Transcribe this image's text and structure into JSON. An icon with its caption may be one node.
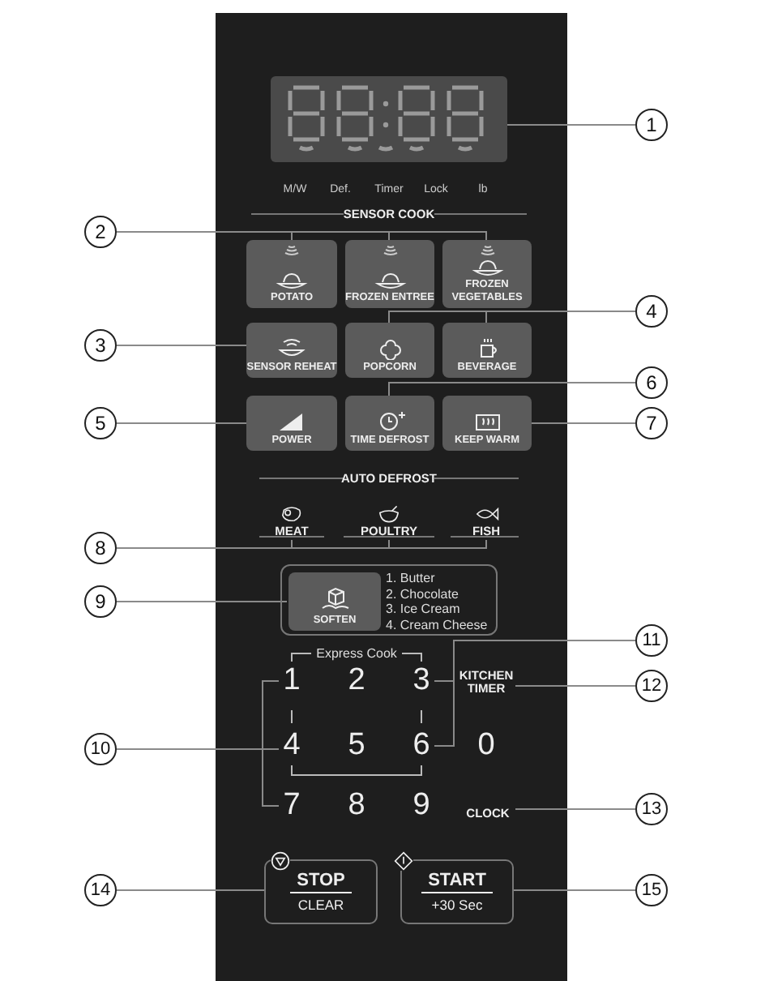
{
  "diagram": {
    "nodes": [
      {
        "text": [],
        "shape": "box"
      },
      {
        "text": [
          "1"
        ]
      },
      {
        "text": [
          "2"
        ]
      },
      {
        "text": [
          "POTATO"
        ]
      },
      {
        "text": [
          "FROZEN ENTREE"
        ]
      },
      {
        "text": [
          "FROZEN VEGETABLES"
        ]
      },
      {
        "text": [
          "3"
        ]
      },
      {
        "text": [
          "SENSOR REHEAT"
        ]
      },
      {
        "text": [
          "POPCORN"
        ]
      },
      {
        "text": [
          "BEVERAGE"
        ]
      },
      {
        "text": [
          "4"
        ]
      },
      {
        "text": [
          "5"
        ]
      },
      {
        "text": [
          "POWER"
        ]
      },
      {
        "text": [
          "TIME DEFROST"
        ]
      },
      {
        "text": [
          "KEEP WARM"
        ]
      },
      {
        "text": [
          "6"
        ]
      },
      {
        "text": [
          "7"
        ]
      },
      {
        "text": [
          "MEAT"
        ]
      },
      {
        "text": [
          "POULTRY"
        ]
      },
      {
        "text": [
          "FISH"
        ]
      },
      {
        "text": [
          "8"
        ]
      },
      {
        "text": [
          "1. Butter",
          "2. Chocolate",
          "3. Ice Cream",
          "4. Cream Cheese"
        ]
      },
      {
        "text": [
          "SOFTEN"
        ],
        "in": 21
      },
      {
        "text": [
          "9"
        ]
      },
      {
        "text": [
          "1"
        ]
      },
      {
        "text": [
          "2"
        ]
      },
      {
        "text": [
          "3"
        ]
      },
      {
        "text": [
          "KITCHEN TIMER"
        ]
      },
      {
        "text": [
          "11"
        ]
      },
      {
        "text": [
          "12"
        ]
      },
      {
        "text": [
          "4"
        ]
      },
      {
        "text": [
          "5"
        ]
      },
      {
        "text": [
          "6"
        ]
      },
      {
        "text": [
          "0"
        ]
      },
      {
        "text": [
          "10"
        ]
      },
      {
        "text": [
          "7"
        ]
      },
      {
        "text": [
          "8"
        ]
      },
      {
        "text": [
          "9"
        ]
      },
      {
        "text": [
          "CLOCK"
        ]
      },
      {
        "text": [
          "13"
        ]
      },
      {
        "text": [
          "STOP",
          "CLEAR"
        ]
      },
      {
        "text": [
          "START",
          "+30 Sec"
        ]
      },
      {
        "text": [
          "14"
        ]
      },
      {
        "text": [
          "15"
        ]
      }
    ],
    "edges": [
      {
        "from": 1,
        "to": 0,
        "arrow": "none"
      },
      {
        "from": 2,
        "to": 3,
        "arrow": "none"
      },
      {
        "from": 2,
        "to": 4,
        "arrow": "none"
      },
      {
        "from": 2,
        "to": 5,
        "arrow": "none"
      },
      {
        "from": 6,
        "to": 7,
        "arrow": "none"
      },
      {
        "from": 10,
        "to": 8,
        "arrow": "none"
      },
      {
        "from": 10,
        "to": 9,
        "arrow": "none"
      },
      {
        "from": 11,
        "to": 12,
        "arrow": "none"
      },
      {
        "from": 15,
        "to": 13,
        "arrow": "none"
      },
      {
        "from": 16,
        "to": 14,
        "arrow": "none"
      },
      {
        "from": 20,
        "to": 17,
        "arrow": "none"
      },
      {
        "from": 20,
        "to": 18,
        "arrow": "none"
      },
      {
        "from": 20,
        "to": 19,
        "arrow": "none"
      },
      {
        "from": 23,
        "to": 22,
        "arrow": "none"
      },
      {
        "from": 34,
        "to": 24,
        "arrow": "none"
      },
      {
        "from": 34,
        "to": 30,
        "arrow": "none"
      },
      {
        "from": 34,
        "to": 35,
        "arrow": "none"
      },
      {
        "from": 28,
        "to": 26,
        "arrow": "none"
      },
      {
        "from": 28,
        "to": 32,
        "arrow": "none"
      },
      {
        "from": 29,
        "to": 27,
        "arrow": "none"
      },
      {
        "from": 39,
        "to": 38,
        "arrow": "none"
      },
      {
        "from": 42,
        "to": 40,
        "arrow": "none"
      },
      {
        "from": 43,
        "to": 41,
        "arrow": "none"
      }
    ],
    "labels": [
      "M/W",
      "Def.",
      "Timer",
      "Lock",
      "lb",
      "SENSOR COOK",
      "AUTO DEFROST",
      "Express Cook"
    ]
  }
}
